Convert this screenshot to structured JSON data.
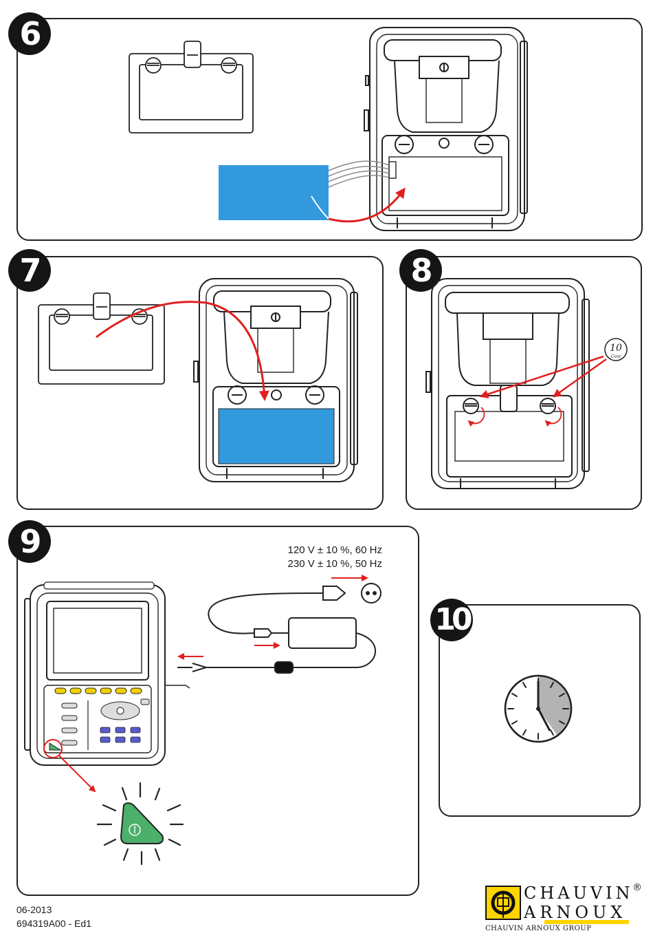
{
  "steps": {
    "s6": {
      "number": "6"
    },
    "s7": {
      "number": "7"
    },
    "s8": {
      "number": "8",
      "coin": {
        "value": "10",
        "unit": "Cent"
      }
    },
    "s9": {
      "number": "9",
      "voltage_line1": "120 V ± 10 %, 60 Hz",
      "voltage_line2": "230 V ± 10 %, 50 Hz",
      "power_icon": "power-symbol-icon"
    },
    "s10": {
      "number": "10",
      "clock_icon": "clock-icon"
    }
  },
  "footer": {
    "date": "06-2013",
    "reference": "694319A00 - Ed1"
  },
  "brand": {
    "line1": "CHAUVIN",
    "line2": "ARNOUX",
    "group": "CHAUVIN ARNOUX GROUP",
    "registered": "®",
    "logo_icon": "ca-logo-icon"
  },
  "colors": {
    "battery": "#3399dd",
    "arrow": "#e02020",
    "power_button": "#4caf6a",
    "function_keys": "#f2d000",
    "nav_keys": "#5a5acc",
    "brand_yellow": "#ffd400",
    "clock_fill": "#b3b3b3"
  }
}
